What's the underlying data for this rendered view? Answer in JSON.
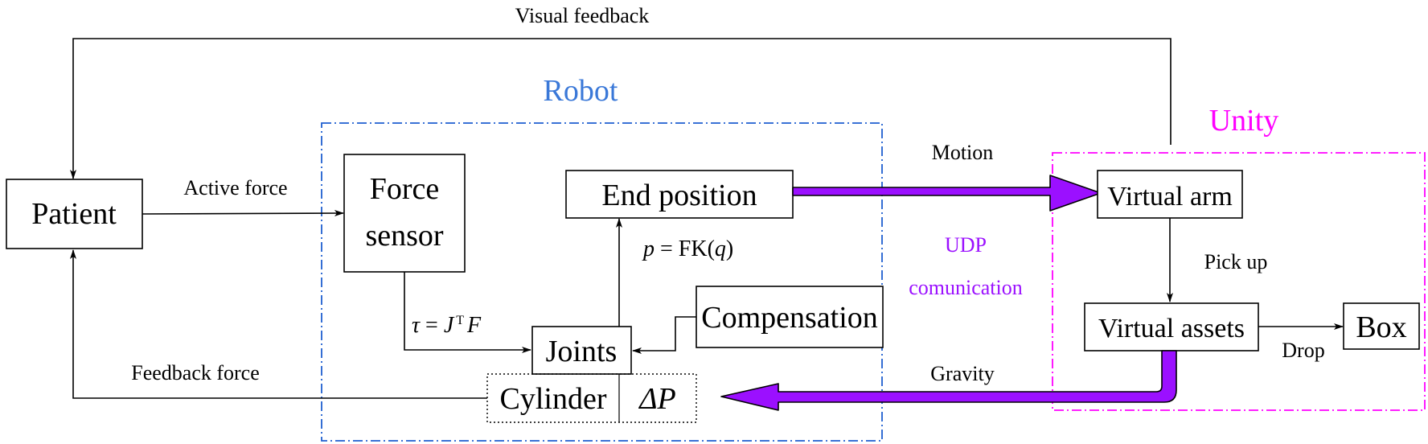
{
  "colors": {
    "robot": "#3a78d8",
    "unity": "#ff00ff",
    "udp": "#9b10ff",
    "arrow_fill": "#9b10ff"
  },
  "groups": {
    "robot": {
      "title": "Robot"
    },
    "unity": {
      "title": "Unity"
    }
  },
  "nodes": {
    "patient": "Patient",
    "force_sensor_line1": "Force",
    "force_sensor_line2": "sensor",
    "end_position": "End position",
    "compensation": "Compensation",
    "joints": "Joints",
    "cylinder": "Cylinder",
    "delta_p": "ΔP",
    "virtual_arm": "Virtual arm",
    "virtual_assets": "Virtual assets",
    "box": "Box"
  },
  "edges": {
    "visual_feedback": "Visual feedback",
    "active_force": "Active force",
    "feedback_force": "Feedback force",
    "motion": "Motion",
    "gravity": "Gravity",
    "pick_up": "Pick up",
    "drop": "Drop",
    "udp_line1": "UDP",
    "udp_line2": "comunication"
  },
  "equations": {
    "torque_tau": "τ",
    "torque_eq": " = ",
    "torque_J": "J",
    "torque_T": "T",
    "torque_F": "F",
    "fk_p": "p",
    "fk_eq": " = FK(",
    "fk_q": "q",
    "fk_close": ")"
  }
}
